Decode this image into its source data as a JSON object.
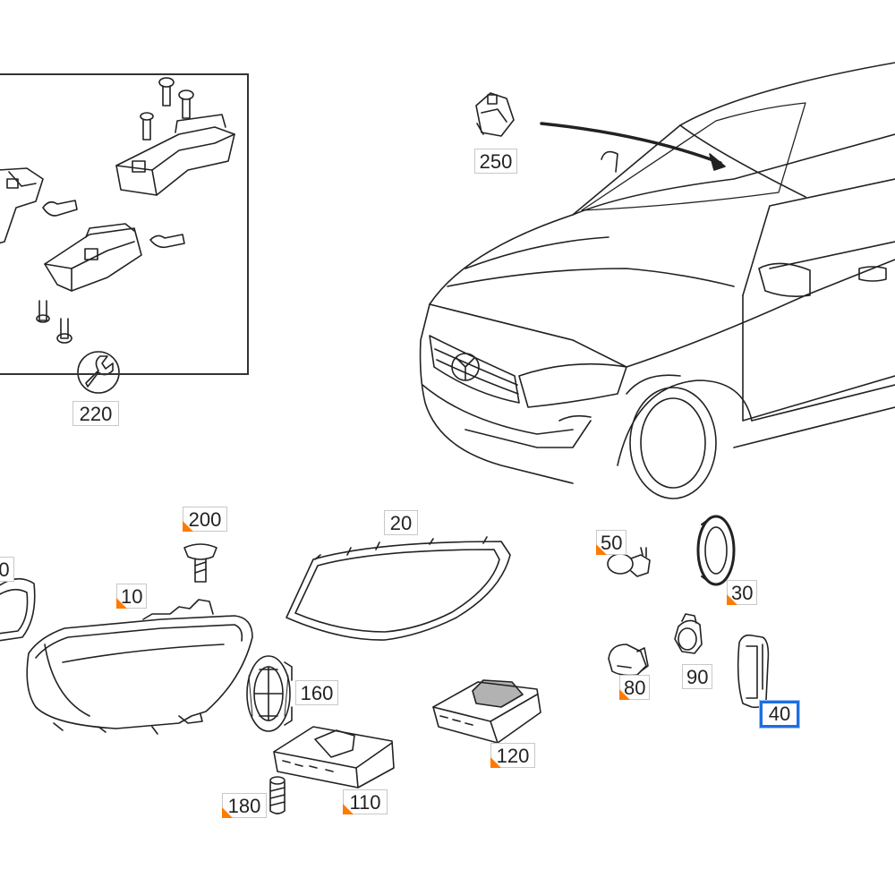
{
  "parts": [
    {
      "id": "250",
      "label": "250"
    },
    {
      "id": "220",
      "label": "220"
    },
    {
      "id": "200",
      "label": "200"
    },
    {
      "id": "20",
      "label": "20"
    },
    {
      "id": "10",
      "label": "10"
    },
    {
      "id": "160",
      "label": "160"
    },
    {
      "id": "50",
      "label": "50"
    },
    {
      "id": "30",
      "label": "30"
    },
    {
      "id": "90",
      "label": "90"
    },
    {
      "id": "80",
      "label": "80"
    },
    {
      "id": "40",
      "label": "40"
    },
    {
      "id": "120",
      "label": "120"
    },
    {
      "id": "110",
      "label": "110"
    },
    {
      "id": "180",
      "label": "180"
    },
    {
      "id": "partial",
      "label": "0"
    }
  ],
  "selected_part": "40",
  "colors": {
    "marker": "#ff7a00",
    "selection": "#1d6fe0",
    "line": "#222222"
  }
}
